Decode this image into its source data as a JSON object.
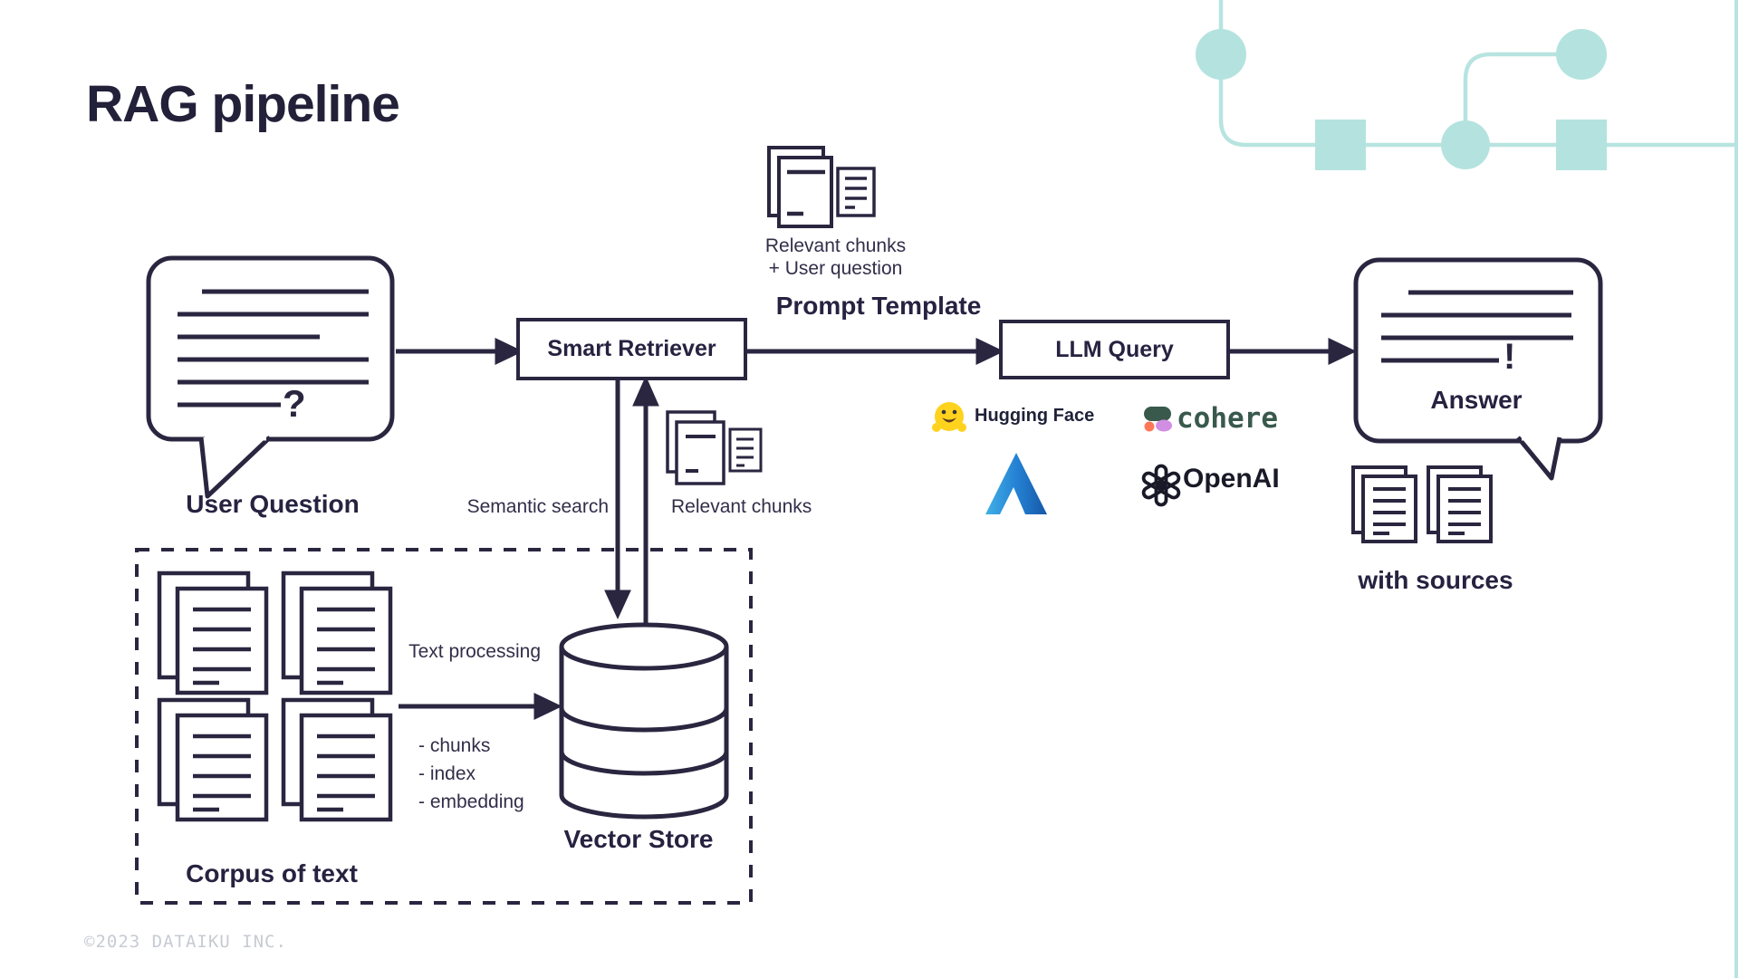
{
  "slide": {
    "title": "RAG pipeline",
    "copyright": "©2023 DATAIKU INC."
  },
  "colors": {
    "ink": "#2A2640",
    "teal_line": "#B7E4E0",
    "teal_fill": "#B4E3DF",
    "cohere_green": "#39594D",
    "cohere_orange": "#FF7759",
    "cohere_purple": "#D18EE2",
    "hf_yellow": "#FFD21E",
    "azure_blue": "#2070C8"
  },
  "nodes": {
    "user_question": {
      "label": "User Question",
      "glyph": "?"
    },
    "smart_retriever": {
      "label": "Smart Retriever"
    },
    "llm_query": {
      "label": "LLM Query"
    },
    "answer": {
      "label": "Answer",
      "glyph": "!"
    },
    "vector_store": {
      "label": "Vector Store"
    },
    "corpus": {
      "label": "Corpus of text"
    },
    "with_sources": {
      "label": "with sources"
    }
  },
  "annotations": {
    "chunks_plus_question": [
      "Relevant chunks",
      "+ User question"
    ],
    "prompt_template": "Prompt Template",
    "semantic_search": "Semantic search",
    "relevant_chunks": "Relevant chunks",
    "text_processing": "Text processing",
    "processing_steps": [
      "- chunks",
      "- index",
      "- embedding"
    ]
  },
  "providers": {
    "hugging_face": "Hugging Face",
    "cohere": "cohere",
    "openai": "OpenAI"
  }
}
